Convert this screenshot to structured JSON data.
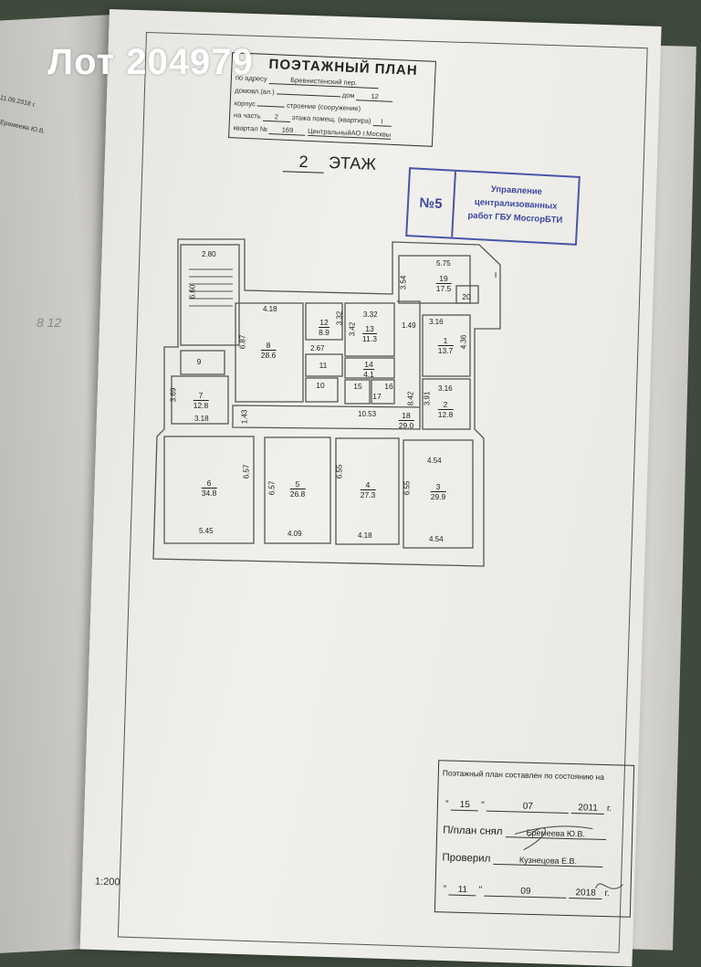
{
  "overlay_title": "Лот 204979",
  "left_page": {
    "date": "11.09.2018 г.",
    "name": "Еремеева Ю.В.",
    "note": "8 12"
  },
  "header": {
    "title": "ПОЭТАЖНЫЙ ПЛАН",
    "address_label": "по адресу",
    "address_value": "Бревнистенский пер.",
    "domovl_label": "домовл.(вл.)",
    "dom_label": "дом",
    "dom_value": "12",
    "korpus_label": "корпус",
    "stroenie_label": "строение (сооружение)",
    "part_label": "на часть",
    "part_value": "2",
    "part_suffix": "этажа помещ. (квартира)",
    "apt_value": "I",
    "kvartal_label": "квартал №",
    "kvartal_value": "169",
    "district": "ЦентральныйАО г.Москвы"
  },
  "floor_label": {
    "number": "2",
    "text": "ЭТАЖ"
  },
  "stamp": {
    "number": "№5",
    "line1": "Управление",
    "line2": "централизованных",
    "line3": "работ ГБУ МосгорБТИ",
    "color": "#3c47a0"
  },
  "rooms": [
    {
      "n": "1",
      "a": "13.7"
    },
    {
      "n": "2",
      "a": "12.8"
    },
    {
      "n": "3",
      "a": "29.9"
    },
    {
      "n": "4",
      "a": "27.3"
    },
    {
      "n": "5",
      "a": "26.8"
    },
    {
      "n": "6",
      "a": "34.8"
    },
    {
      "n": "7",
      "a": "12.8"
    },
    {
      "n": "8",
      "a": "28.6"
    },
    {
      "n": "9"
    },
    {
      "n": "10"
    },
    {
      "n": "11"
    },
    {
      "n": "12",
      "a": "8.9"
    },
    {
      "n": "13",
      "a": "11.3"
    },
    {
      "n": "14",
      "a": "4.1"
    },
    {
      "n": "15"
    },
    {
      "n": "16"
    },
    {
      "n": "17"
    },
    {
      "n": "18",
      "a": "29.0"
    },
    {
      "n": "19",
      "a": "17.5"
    },
    {
      "n": "20"
    },
    {
      "n": "I"
    }
  ],
  "dims": [
    "2.80",
    "6.60",
    "4.18",
    "6.87",
    "3.32",
    "3.42",
    "3.32",
    "2.67",
    "1.49",
    "3.16",
    "4.36",
    "5.75",
    "3.54",
    "3.16",
    "3.91",
    "8.42",
    "10.53",
    "1.43",
    "3.69",
    "3.18",
    "6.57",
    "6.57",
    "6.55",
    "6.55",
    "4.54",
    "5.45",
    "4.09",
    "4.18",
    "4.54"
  ],
  "scale": "1:200",
  "footer": {
    "heading": "Поэтажный план составлен по состоянию на",
    "d1_day": "15",
    "d1_month": "07",
    "d1_year": "2011",
    "year_suffix": "г.",
    "taken_label": "П/план снял",
    "taken_name": "Еремеева Ю.В.",
    "checked_label": "Проверил",
    "checked_name": "Кузнецова Е.В.",
    "d2_day": "11",
    "d2_month": "09",
    "d2_year": "2018"
  }
}
